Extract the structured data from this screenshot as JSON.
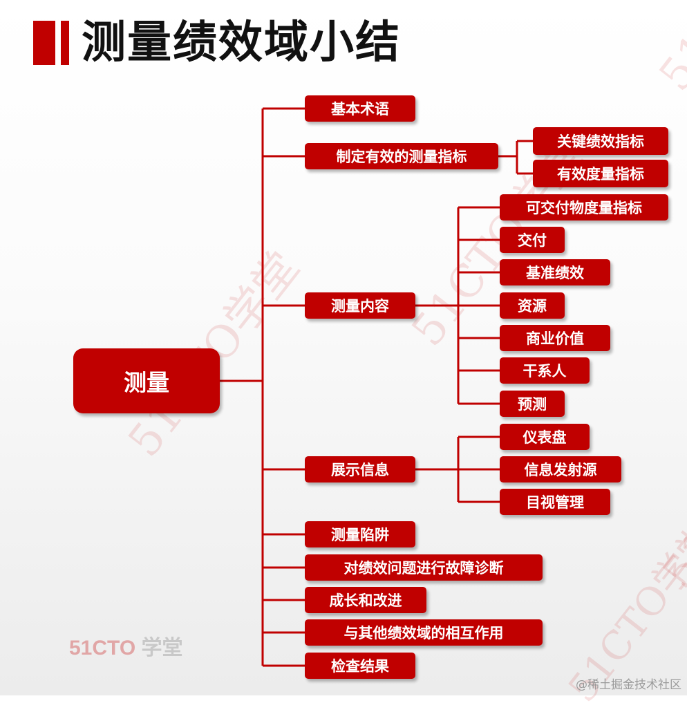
{
  "title": "测量绩效域小结",
  "root": "测量",
  "branches": [
    {
      "label": "基本术语",
      "children": []
    },
    {
      "label": "制定有效的测量指标",
      "children": [
        "关键绩效指标",
        "有效度量指标"
      ]
    },
    {
      "label": "测量内容",
      "children": [
        "可交付物度量指标",
        "交付",
        "基准绩效",
        "资源",
        "商业价值",
        "干系人",
        "预测"
      ]
    },
    {
      "label": "展示信息",
      "children": [
        "仪表盘",
        "信息发射源",
        "目视管理"
      ]
    },
    {
      "label": "测量陷阱",
      "children": []
    },
    {
      "label": "对绩效问题进行故障诊断",
      "children": []
    },
    {
      "label": "成长和改进",
      "children": []
    },
    {
      "label": "与其他绩效域的相互作用",
      "children": []
    },
    {
      "label": "检查结果",
      "children": []
    }
  ],
  "watermarks": [
    "51CTO学堂",
    "51CTO学堂",
    "51CTO学堂",
    "51C",
    "51C",
    "学堂"
  ],
  "brand": {
    "red": "51CTO",
    "gray": "学堂"
  },
  "credit": "@稀土掘金技术社区",
  "colors": {
    "node": "#c00000",
    "line": "#c00000",
    "text": "#ffffff"
  }
}
